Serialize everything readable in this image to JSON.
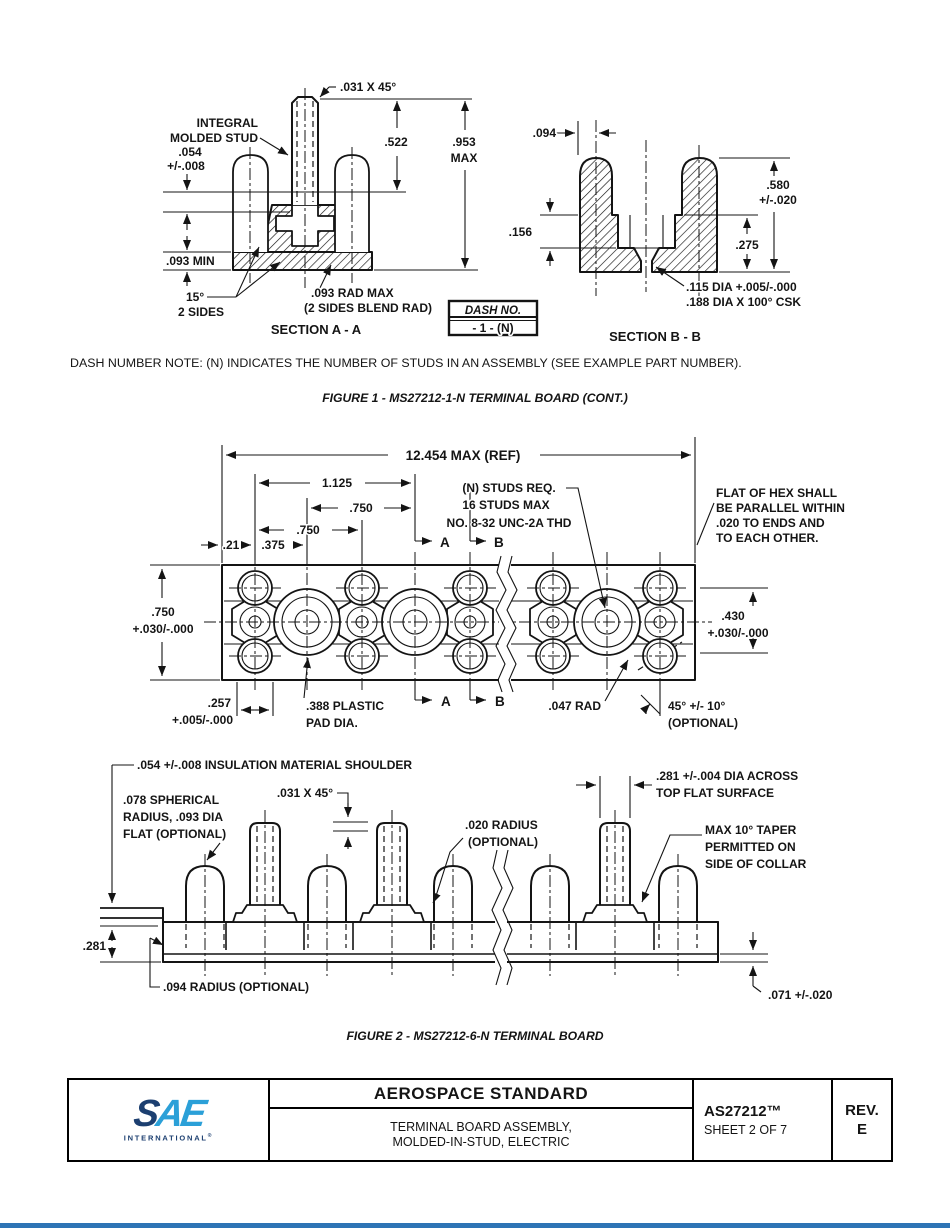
{
  "colors": {
    "line": "#141414",
    "sae_navy": "#1C3F70",
    "sae_blue": "#2BA0D8",
    "footer_blue": "#2E74B5"
  },
  "fig1": {
    "note": "DASH NUMBER NOTE: (N) INDICATES THE NUMBER OF STUDS IN AN ASSEMBLY (SEE EXAMPLE PART NUMBER).",
    "caption": "FIGURE 1 - MS27212-1-N TERMINAL BOARD (CONT.)",
    "sectionA": {
      "title": "SECTION A - A",
      "chamfer": ".031 X 45°",
      "integral": [
        "INTEGRAL",
        "MOLDED STUD"
      ],
      "d054": [
        ".054",
        "+/-.008"
      ],
      "d522": ".522",
      "d953": [
        ".953",
        "MAX"
      ],
      "d093min": ".093 MIN",
      "taper": [
        "15°",
        "2 SIDES"
      ],
      "blend": [
        ".093 RAD MAX",
        "(2 SIDES BLEND RAD)"
      ]
    },
    "dash_table": {
      "header": "DASH NO.",
      "value": "- 1 - (N)"
    },
    "sectionB": {
      "title": "SECTION B - B",
      "d094": ".094",
      "d580": [
        ".580",
        "+/-.020"
      ],
      "d156": ".156",
      "d275": ".275",
      "holes": [
        ".115 DIA +.005/-.000",
        ".188 DIA X 100° CSK"
      ]
    }
  },
  "fig2": {
    "caption": "FIGURE 2 - MS27212-6-N TERMINAL BOARD",
    "plan": {
      "overall": "12.454 MAX (REF)",
      "d1125": "1.125",
      "d750_upper": ".750",
      "d750_lower": ".750",
      "d21": ".21",
      "d375": ".375",
      "marker_a": "A",
      "marker_b": "B",
      "studs_note": [
        "(N) STUDS REQ.",
        "16 STUDS MAX",
        "NO. 8-32 UNC-2A THD"
      ],
      "hex_note": [
        "FLAT OF HEX SHALL",
        "BE PARALLEL WITHIN",
        ".020 TO ENDS AND",
        "TO EACH OTHER."
      ],
      "left750": [
        ".750",
        "+.030/-.000"
      ],
      "right430": [
        ".430",
        "+.030/-.000"
      ],
      "d257": [
        ".257",
        "+.005/-.000"
      ],
      "pad": [
        ".388 PLASTIC",
        "PAD DIA."
      ],
      "rad047": ".047 RAD",
      "opt45": [
        "45° +/- 10°",
        "(OPTIONAL)"
      ]
    },
    "sect": {
      "shoulder": ".054 +/-.008 INSULATION MATERIAL SHOULDER",
      "spherical": [
        ".078 SPHERICAL",
        "RADIUS, .093 DIA",
        "FLAT (OPTIONAL)"
      ],
      "chamfer": ".031 X 45°",
      "rad020": [
        ".020 RADIUS",
        "(OPTIONAL)"
      ],
      "dia281": [
        ".281 +/-.004 DIA ACROSS",
        "TOP FLAT SURFACE"
      ],
      "taper": [
        "MAX 10° TAPER",
        "PERMITTED ON",
        "SIDE OF COLLAR"
      ],
      "d281": ".281",
      "rad094": ".094 RADIUS (OPTIONAL)",
      "d071": ".071 +/-.020"
    }
  },
  "titleblock": {
    "logo": {
      "s": "S",
      "a": "A",
      "e": "E",
      "sub": "INTERNATIONAL",
      "reg": "®"
    },
    "doc_type": "AEROSPACE STANDARD",
    "subtitle": [
      "TERMINAL BOARD ASSEMBLY,",
      "MOLDED-IN-STUD, ELECTRIC"
    ],
    "document_number": "AS27212™",
    "sheet": "SHEET 2 OF 7",
    "rev_label": "REV.",
    "rev_value": "E"
  }
}
